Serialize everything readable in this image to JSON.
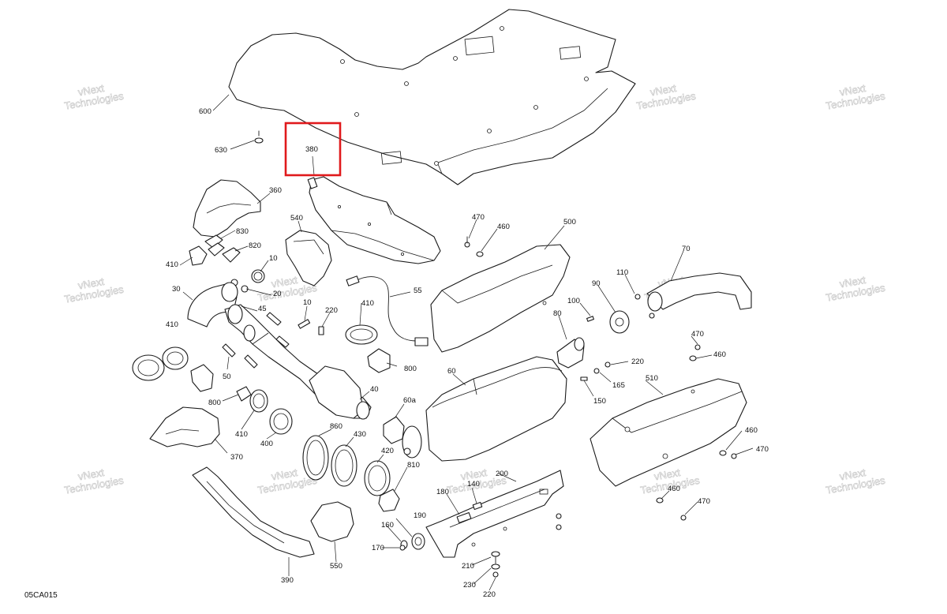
{
  "diagram": {
    "code": "05CA015",
    "watermark_line1": "vNext",
    "watermark_line2": "Technologies",
    "watermark_text": "vNext Technologies",
    "highlight_color": "#e0191c",
    "highlighted_callout": "380",
    "callouts": [
      "600",
      "630",
      "380",
      "360",
      "830",
      "820",
      "540",
      "410",
      "10",
      "30",
      "20",
      "45",
      "10",
      "220",
      "410",
      "55",
      "470",
      "460",
      "500",
      "70",
      "110",
      "90",
      "100",
      "80",
      "470",
      "460",
      "220",
      "165",
      "150",
      "510",
      "800",
      "60",
      "410",
      "800",
      "50",
      "40",
      "60a",
      "410",
      "400",
      "860",
      "430",
      "420",
      "810",
      "370",
      "200",
      "140",
      "180",
      "460",
      "470",
      "460",
      "470",
      "190",
      "160",
      "170",
      "210",
      "230",
      "220",
      "390",
      "550"
    ]
  }
}
